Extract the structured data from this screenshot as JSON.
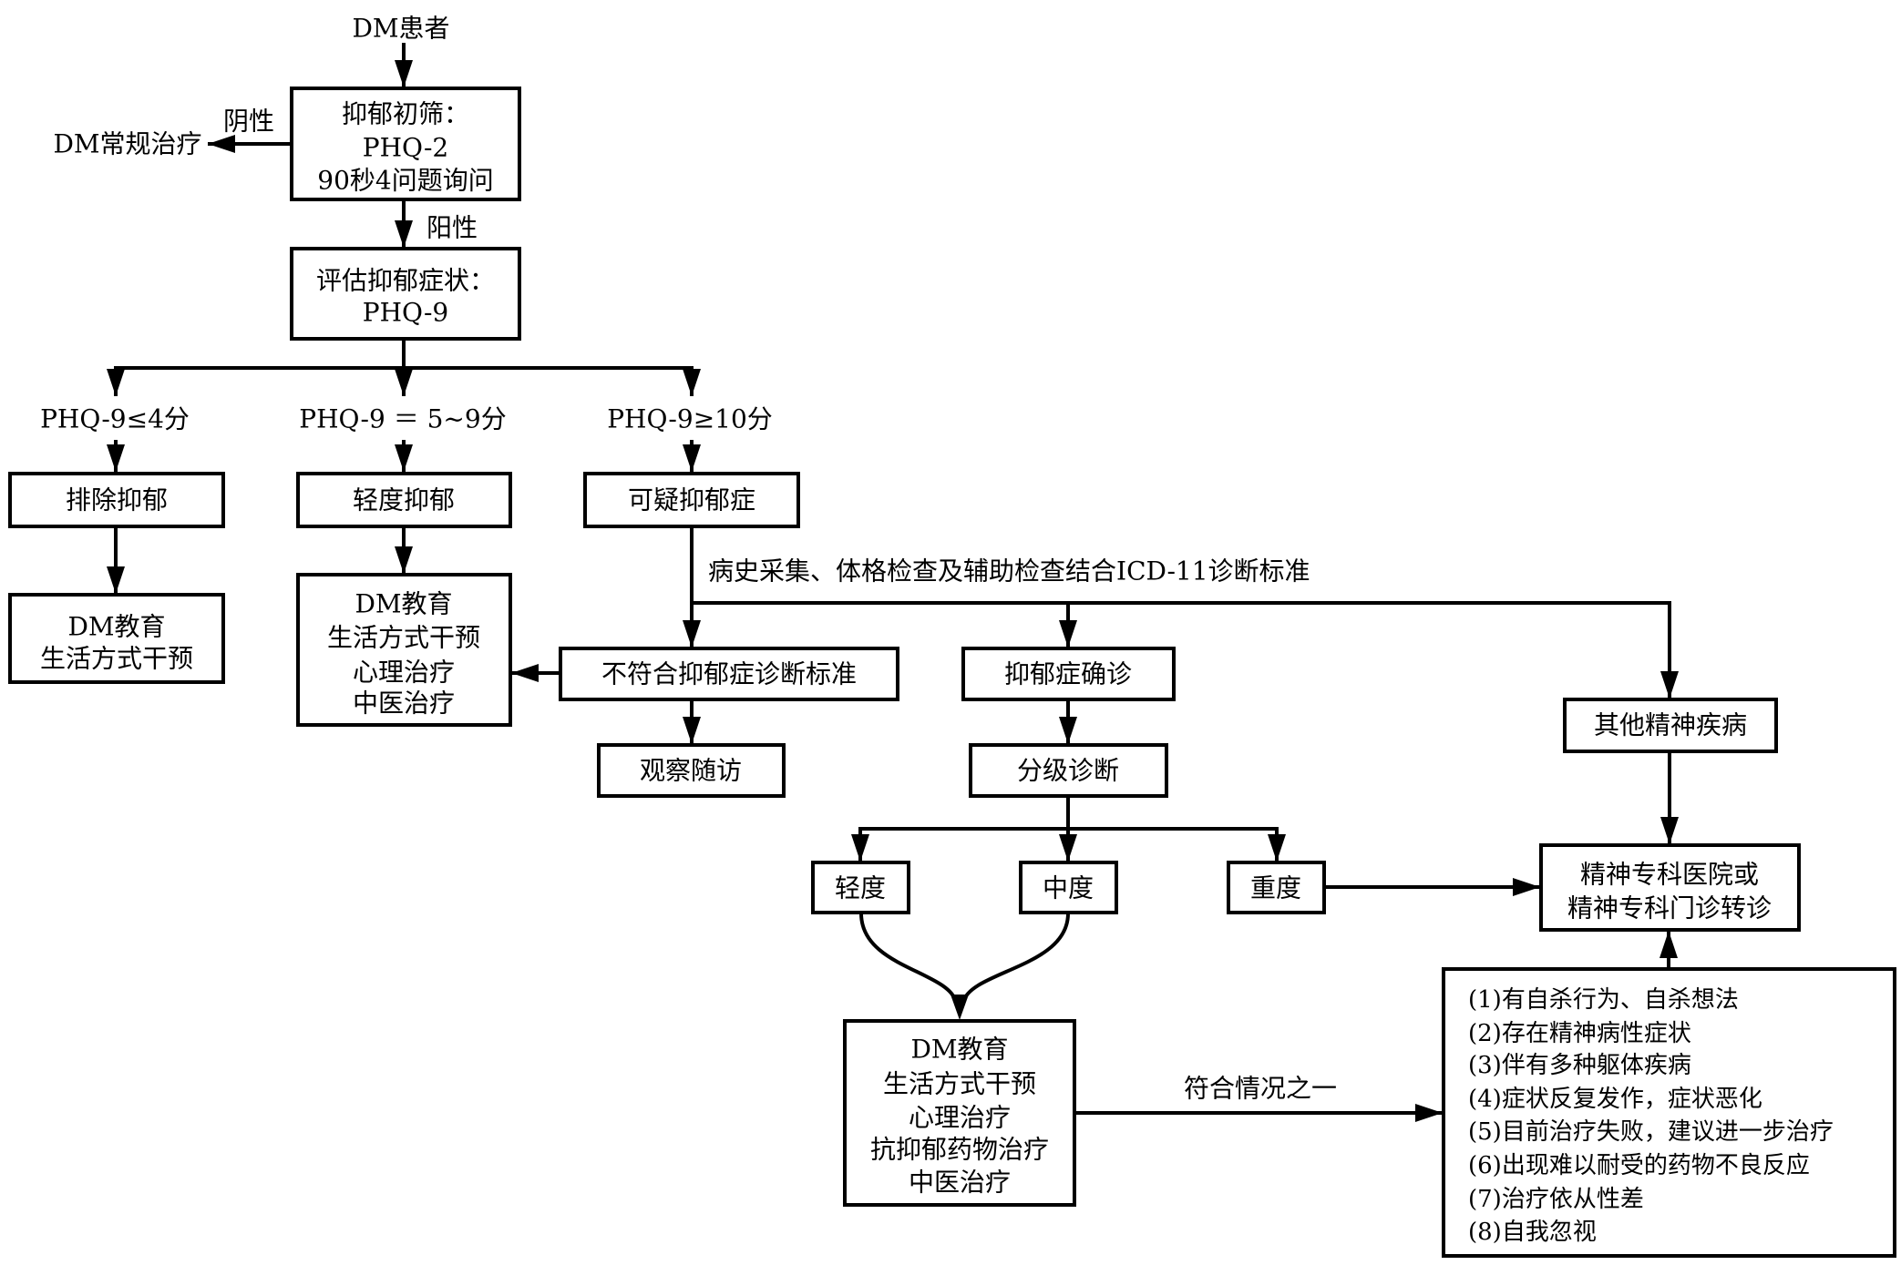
{
  "colors": {
    "stroke": "#000000",
    "background": "#ffffff",
    "text": "#000000"
  },
  "start": "DM患者",
  "screening": {
    "lines": [
      "抑郁初筛：",
      "PHQ-2",
      "90秒4问题询问"
    ],
    "negative_label": "阴性",
    "negative_outcome": "DM常规治疗",
    "positive_label": "阳性"
  },
  "assessment": {
    "lines": [
      "评估抑郁症状：",
      "PHQ-9"
    ]
  },
  "branches": [
    {
      "condition": "PHQ-9≤4分",
      "result": "排除抑郁",
      "management": [
        "DM教育",
        "生活方式干预"
      ]
    },
    {
      "condition": "PHQ-9 ＝ 5~9分",
      "result": "轻度抑郁",
      "management": [
        "DM教育",
        "生活方式干预",
        "心理治疗",
        "中医治疗"
      ]
    },
    {
      "condition": "PHQ-9≥10分",
      "result": "可疑抑郁症"
    }
  ],
  "diagnosis": {
    "method_label": "病史采集、体格检查及辅助检查结合ICD-11诊断标准",
    "not_meeting": "不符合抑郁症诊断标准",
    "follow_up": "观察随访",
    "confirmed": "抑郁症确诊",
    "other_disorders": "其他精神疾病"
  },
  "grading": {
    "label": "分级诊断",
    "levels": [
      "轻度",
      "中度",
      "重度"
    ]
  },
  "treatment": {
    "lines": [
      "DM教育",
      "生活方式干预",
      "心理治疗",
      "抗抑郁药物治疗",
      "中医治疗"
    ]
  },
  "referral": {
    "lines": [
      "精神专科医院或",
      "精神专科门诊转诊"
    ],
    "criteria_label": "符合情况之一",
    "criteria": [
      "(1)有自杀行为、自杀想法",
      "(2)存在精神病性症状",
      "(3)伴有多种躯体疾病",
      "(4)症状反复发作，症状恶化",
      "(5)目前治疗失败，建议进一步治疗",
      "(6)出现难以耐受的药物不良反应",
      "(7)治疗依从性差",
      "(8)自我忽视"
    ]
  }
}
